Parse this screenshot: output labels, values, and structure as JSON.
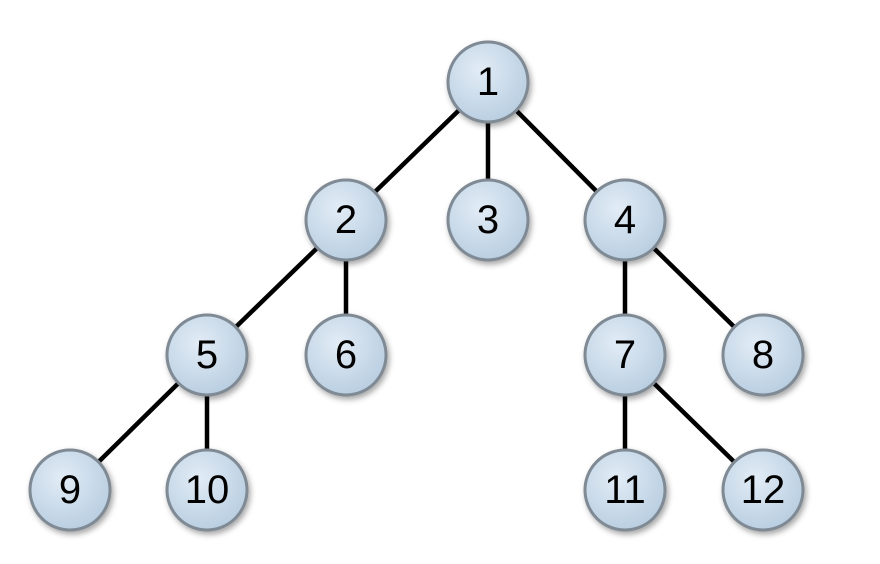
{
  "colors": {
    "node_fill_light": "#e2ecf6",
    "node_fill": "#b7cde0",
    "node_stroke": "#7f8a94",
    "edge": "#000000",
    "label": "#000000"
  },
  "tree": {
    "nodes": [
      {
        "id": "1",
        "label": "1"
      },
      {
        "id": "2",
        "label": "2"
      },
      {
        "id": "3",
        "label": "3"
      },
      {
        "id": "4",
        "label": "4"
      },
      {
        "id": "5",
        "label": "5"
      },
      {
        "id": "6",
        "label": "6"
      },
      {
        "id": "7",
        "label": "7"
      },
      {
        "id": "8",
        "label": "8"
      },
      {
        "id": "9",
        "label": "9"
      },
      {
        "id": "10",
        "label": "10"
      },
      {
        "id": "11",
        "label": "11"
      },
      {
        "id": "12",
        "label": "12"
      }
    ],
    "edges": [
      [
        "1",
        "2"
      ],
      [
        "1",
        "3"
      ],
      [
        "1",
        "4"
      ],
      [
        "2",
        "5"
      ],
      [
        "2",
        "6"
      ],
      [
        "4",
        "7"
      ],
      [
        "4",
        "8"
      ],
      [
        "5",
        "9"
      ],
      [
        "5",
        "10"
      ],
      [
        "7",
        "11"
      ],
      [
        "7",
        "12"
      ]
    ]
  }
}
